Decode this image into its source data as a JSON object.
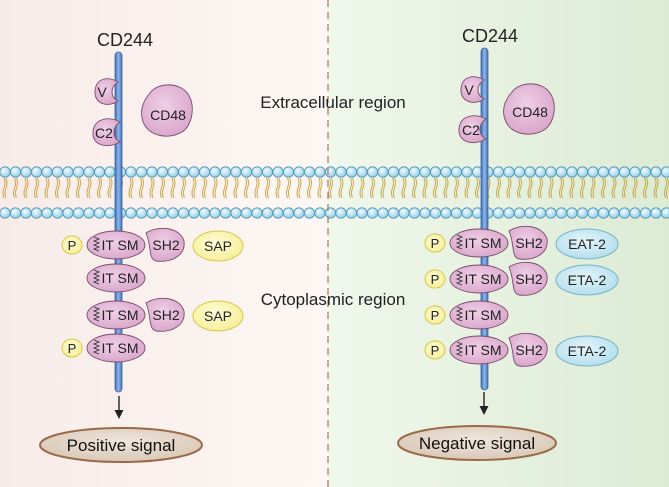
{
  "colors": {
    "left_bg": "#fbf3f0",
    "right_bg": "#e8f3e3",
    "divider": "#a06a4a",
    "receptor": "#5f8ecf",
    "domain_fill": "#dfb0d2",
    "domain_stroke": "#7a4a6c",
    "sap_fill": "#faf3a2",
    "sap_stroke": "#d6c84a",
    "eat_fill": "#c4e6f0",
    "eat_stroke": "#74b2c8",
    "bead_fill": "#c8e8f5",
    "bead_stroke": "#4a92b4",
    "tail": "#c9a84a",
    "signal_fill": "#e2d5c8",
    "signal_stroke": "#9a6a48"
  },
  "regions": {
    "extracellular": "Extracellular region",
    "cytoplasmic": "Cytoplasmic region"
  },
  "left_panel": {
    "receptor_label": "CD244",
    "v_label": "V",
    "c2_label": "C2",
    "ligand_label": "CD48",
    "itsm_rows": [
      {
        "p_label": "P",
        "itsm_label": "IT SM",
        "sh2_label": "SH2",
        "partner_label": "SAP"
      },
      {
        "itsm_label": "IT SM"
      },
      {
        "itsm_label": "IT SM",
        "sh2_label": "SH2",
        "partner_label": "SAP"
      },
      {
        "p_label": "P",
        "itsm_label": "IT SM"
      }
    ],
    "signal_label": "Positive signal"
  },
  "right_panel": {
    "receptor_label": "CD244",
    "v_label": "V",
    "c2_label": "C2",
    "ligand_label": "CD48",
    "itsm_rows": [
      {
        "p_label": "P",
        "itsm_label": "IT SM",
        "sh2_label": "SH2",
        "partner_label": "EAT-2"
      },
      {
        "p_label": "P",
        "itsm_label": "IT SM",
        "sh2_label": "SH2",
        "partner_label": "ETA-2"
      },
      {
        "p_label": "P",
        "itsm_label": "IT SM"
      },
      {
        "p_label": "P",
        "itsm_label": "IT SM",
        "sh2_label": "SH2",
        "partner_label": "ETA-2"
      }
    ],
    "signal_label": "Negative signal"
  }
}
